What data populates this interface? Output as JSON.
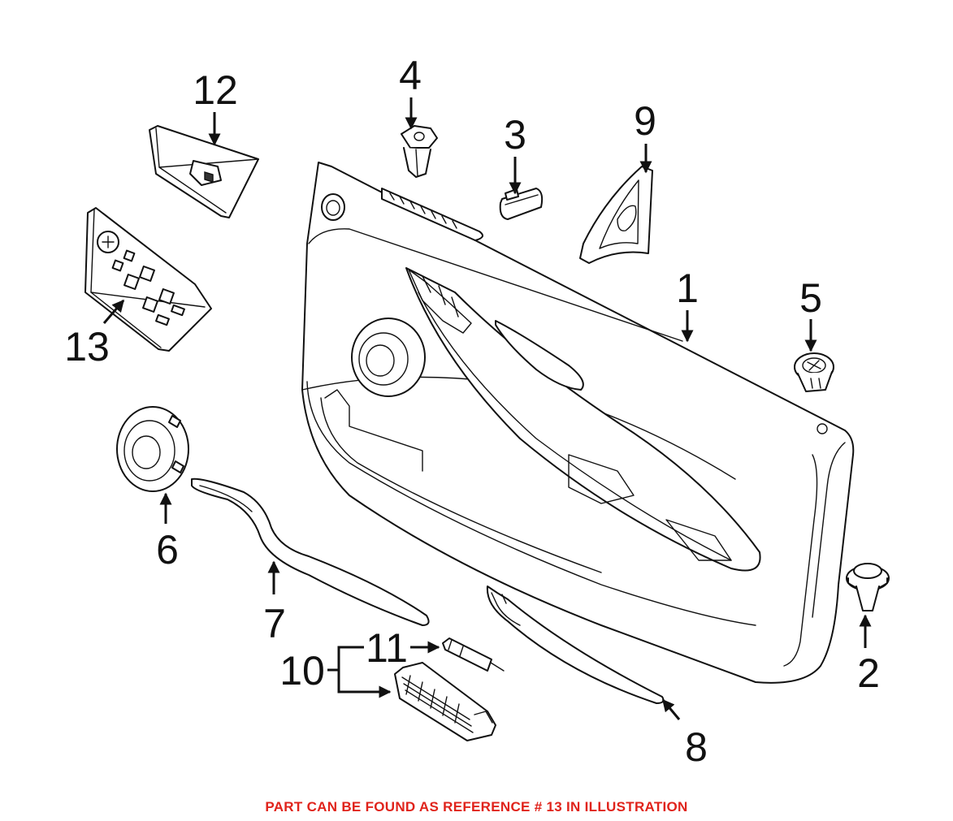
{
  "callouts": {
    "c1": "1",
    "c2": "2",
    "c3": "3",
    "c4": "4",
    "c5": "5",
    "c6": "6",
    "c7": "7",
    "c8": "8",
    "c9": "9",
    "c10": "10",
    "c11": "11",
    "c12": "12",
    "c13": "13"
  },
  "footer": {
    "note": "PART CAN BE FOUND AS REFERENCE # 13 IN ILLUSTRATION",
    "color": "#e0231b"
  }
}
